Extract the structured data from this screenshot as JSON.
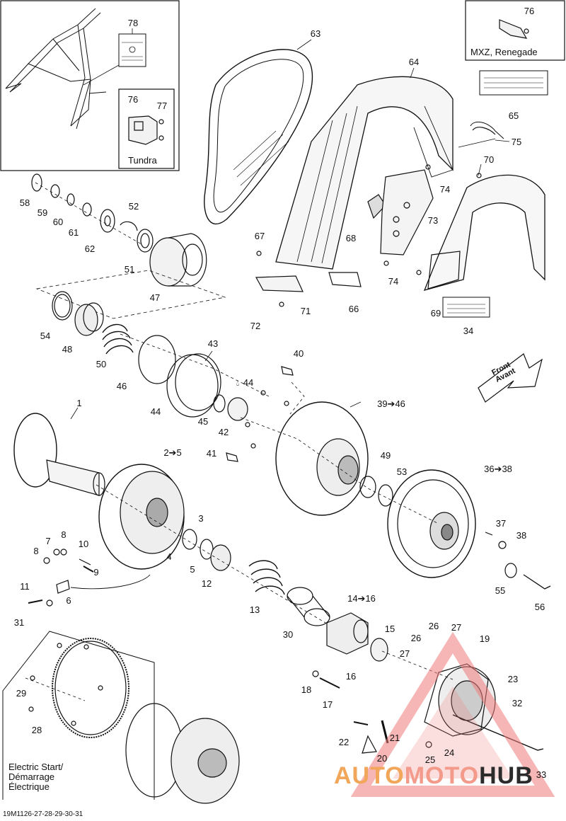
{
  "boxes": {
    "tundra_label": "Tundra",
    "mxz_label": "MXZ, Renegade",
    "electric_start": [
      "Electric Start/",
      "Démarrage",
      "Électrique"
    ]
  },
  "front_sign": [
    "Front",
    "Avant"
  ],
  "callouts": [
    {
      "id": "c1",
      "text": "1"
    },
    {
      "id": "c2-5",
      "text": "2➔5"
    },
    {
      "id": "c3",
      "text": "3"
    },
    {
      "id": "c4",
      "text": "4"
    },
    {
      "id": "c5",
      "text": "5"
    },
    {
      "id": "c6",
      "text": "6"
    },
    {
      "id": "c7",
      "text": "7"
    },
    {
      "id": "c8a",
      "text": "8"
    },
    {
      "id": "c8b",
      "text": "8"
    },
    {
      "id": "c9",
      "text": "9"
    },
    {
      "id": "c10",
      "text": "10"
    },
    {
      "id": "c11",
      "text": "11"
    },
    {
      "id": "c12",
      "text": "12"
    },
    {
      "id": "c13",
      "text": "13"
    },
    {
      "id": "c14-16",
      "text": "14➔16"
    },
    {
      "id": "c15",
      "text": "15"
    },
    {
      "id": "c16",
      "text": "16"
    },
    {
      "id": "c17",
      "text": "17"
    },
    {
      "id": "c18",
      "text": "18"
    },
    {
      "id": "c19",
      "text": "19"
    },
    {
      "id": "c20",
      "text": "20"
    },
    {
      "id": "c21",
      "text": "21"
    },
    {
      "id": "c22",
      "text": "22"
    },
    {
      "id": "c23",
      "text": "23"
    },
    {
      "id": "c24",
      "text": "24"
    },
    {
      "id": "c25",
      "text": "25"
    },
    {
      "id": "c26a",
      "text": "26"
    },
    {
      "id": "c26b",
      "text": "26"
    },
    {
      "id": "c27a",
      "text": "27"
    },
    {
      "id": "c27b",
      "text": "27"
    },
    {
      "id": "c28",
      "text": "28"
    },
    {
      "id": "c29",
      "text": "29"
    },
    {
      "id": "c30",
      "text": "30"
    },
    {
      "id": "c31",
      "text": "31"
    },
    {
      "id": "c32",
      "text": "32"
    },
    {
      "id": "c33",
      "text": "33"
    },
    {
      "id": "c34",
      "text": "34"
    },
    {
      "id": "c36-38",
      "text": "36➔38"
    },
    {
      "id": "c37",
      "text": "37"
    },
    {
      "id": "c38",
      "text": "38"
    },
    {
      "id": "c39-46",
      "text": "39➔46"
    },
    {
      "id": "c40",
      "text": "40"
    },
    {
      "id": "c41",
      "text": "41"
    },
    {
      "id": "c42",
      "text": "42"
    },
    {
      "id": "c43",
      "text": "43"
    },
    {
      "id": "c44a",
      "text": "44"
    },
    {
      "id": "c44b",
      "text": "44"
    },
    {
      "id": "c45",
      "text": "45"
    },
    {
      "id": "c46",
      "text": "46"
    },
    {
      "id": "c47",
      "text": "47"
    },
    {
      "id": "c48",
      "text": "48"
    },
    {
      "id": "c49",
      "text": "49"
    },
    {
      "id": "c50",
      "text": "50"
    },
    {
      "id": "c51",
      "text": "51"
    },
    {
      "id": "c52",
      "text": "52"
    },
    {
      "id": "c53",
      "text": "53"
    },
    {
      "id": "c54",
      "text": "54"
    },
    {
      "id": "c55",
      "text": "55"
    },
    {
      "id": "c56",
      "text": "56"
    },
    {
      "id": "c58",
      "text": "58"
    },
    {
      "id": "c59",
      "text": "59"
    },
    {
      "id": "c60",
      "text": "60"
    },
    {
      "id": "c61",
      "text": "61"
    },
    {
      "id": "c62",
      "text": "62"
    },
    {
      "id": "c63",
      "text": "63"
    },
    {
      "id": "c64",
      "text": "64"
    },
    {
      "id": "c65",
      "text": "65"
    },
    {
      "id": "c66",
      "text": "66"
    },
    {
      "id": "c67",
      "text": "67"
    },
    {
      "id": "c68",
      "text": "68"
    },
    {
      "id": "c69",
      "text": "69"
    },
    {
      "id": "c70",
      "text": "70"
    },
    {
      "id": "c71",
      "text": "71"
    },
    {
      "id": "c72",
      "text": "72"
    },
    {
      "id": "c73",
      "text": "73"
    },
    {
      "id": "c74a",
      "text": "74"
    },
    {
      "id": "c74b",
      "text": "74"
    },
    {
      "id": "c75",
      "text": "75"
    },
    {
      "id": "c76a",
      "text": "76"
    },
    {
      "id": "c76b",
      "text": "76"
    },
    {
      "id": "c77",
      "text": "77"
    },
    {
      "id": "c78",
      "text": "78"
    }
  ],
  "reference": "19M1126-27-28-29-30-31",
  "watermark": {
    "part1": "AUTO",
    "part2": "MOTO",
    "part3": "HUB"
  }
}
